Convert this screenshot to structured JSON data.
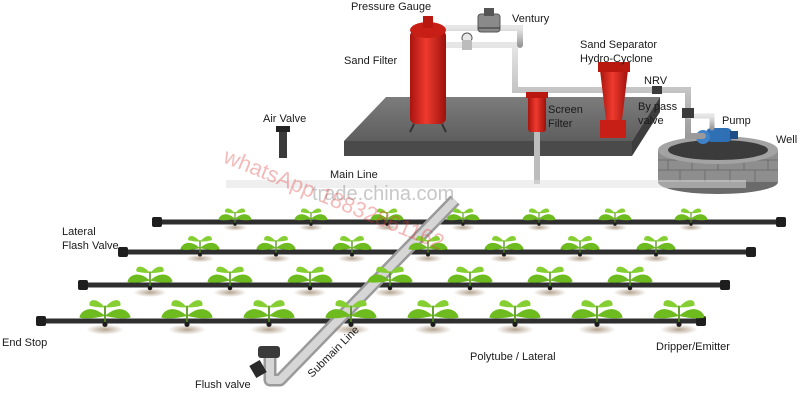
{
  "labels": {
    "pressure_gauge": "Pressure Gauge",
    "venturi": "Ventury",
    "sand_filter": "Sand Filter",
    "sand_separator_1": "Sand Separator",
    "sand_separator_2": "Hydro-Cyclone",
    "nrv": "NRV",
    "bypass_1": "By pass",
    "bypass_2": "valve",
    "pump": "Pump",
    "well": "Well",
    "screen_filter_1": "Screen",
    "screen_filter_2": "Filter",
    "air_valve": "Air Valve",
    "main_line": "Main Line",
    "lateral_flash_valve_1": "Lateral",
    "lateral_flash_valve_2": "Flash Valve",
    "end_stop": "End Stop",
    "submain_line": "Submain Line",
    "polytube_lateral": "Polytube / Lateral",
    "dripper_emitter": "Dripper/Emitter",
    "flush_valve": "Flush valve"
  },
  "watermarks": {
    "site": "trade.china.com",
    "contact": "whatsApp 18832861162"
  },
  "colors": {
    "filter_red": "#d9251c",
    "platform": "#6f6f6f",
    "pipe": "#c8c8c8",
    "lateral": "#2f2f2f",
    "plant": "#6dbb1f",
    "pump_blue": "#2f6fb3",
    "well_stone": "#8c8c8c"
  }
}
